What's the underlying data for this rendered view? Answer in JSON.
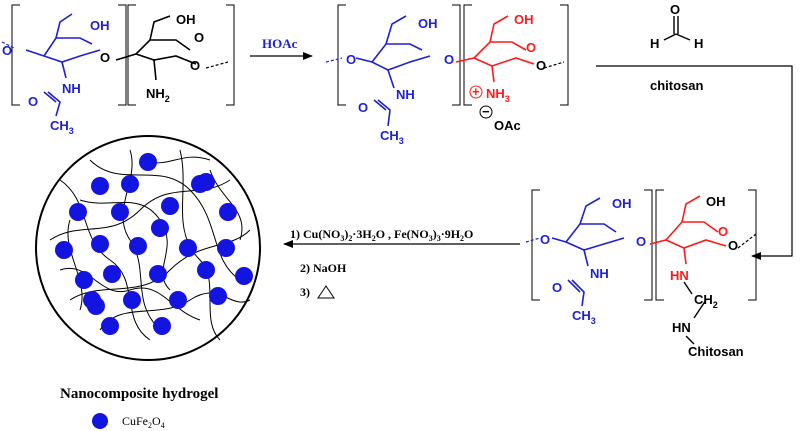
{
  "colors": {
    "blue": "#1f1fd6",
    "red": "#ff1a1a",
    "black": "#000000",
    "dot": "#1414e0"
  },
  "reagents": {
    "acid": "HOAc",
    "crosslinker_label": "chitosan",
    "formaldehyde_H1": "H",
    "formaldehyde_H2": "H",
    "formaldehyde_O": "O"
  },
  "unit1": {
    "oh_left": "OH",
    "oh_right": "OH",
    "nh": "NH",
    "o_carbonyl": "O",
    "ch3": "CH",
    "ch3_sub": "3",
    "nh2": "NH",
    "nh2_sub": "2",
    "o_ring_r": "O",
    "o_glyc": "O",
    "o_left": "O",
    "o_right": "O"
  },
  "unit2": {
    "oh_left": "OH",
    "oh_right": "OH",
    "nh": "NH",
    "o_carbonyl": "O",
    "ch3": "CH",
    "ch3_sub": "3",
    "nh3": "NH",
    "nh3_sub": "3",
    "plus": "+",
    "minus": "−",
    "oac": "OAc",
    "o_left": "O",
    "o_glyc": "O",
    "o_ring_l": "O",
    "o_ring_r": "O"
  },
  "unit3": {
    "oh_left": "OH",
    "oh_right": "OH",
    "nh": "NH",
    "o_carbonyl": "O",
    "ch3": "CH",
    "ch3_sub": "3",
    "hn_red": "HN",
    "ch2": "CH",
    "ch2_sub": "2",
    "hn2": "HN",
    "chitosan": "Chitosan",
    "o_left": "O",
    "o_glyc": "O",
    "o_ring_l": "O",
    "o_ring_r": "O"
  },
  "steps": {
    "step1_a": "1) Cu(NO",
    "step1_b": "3",
    "step1_c": ")",
    "step1_d": "2",
    "step1_e": "·3H",
    "step1_f": "2",
    "step1_g": "O , Fe(NO",
    "step1_h": "3",
    "step1_i": ")",
    "step1_j": "3",
    "step1_k": "·9H",
    "step1_l": "2",
    "step1_m": "O",
    "step2": "2) NaOH",
    "step3": "3)"
  },
  "legend": {
    "title": "Nanocomposite hydrogel",
    "item_a": "CuFe",
    "item_b": "2",
    "item_c": "O",
    "item_d": "4"
  }
}
